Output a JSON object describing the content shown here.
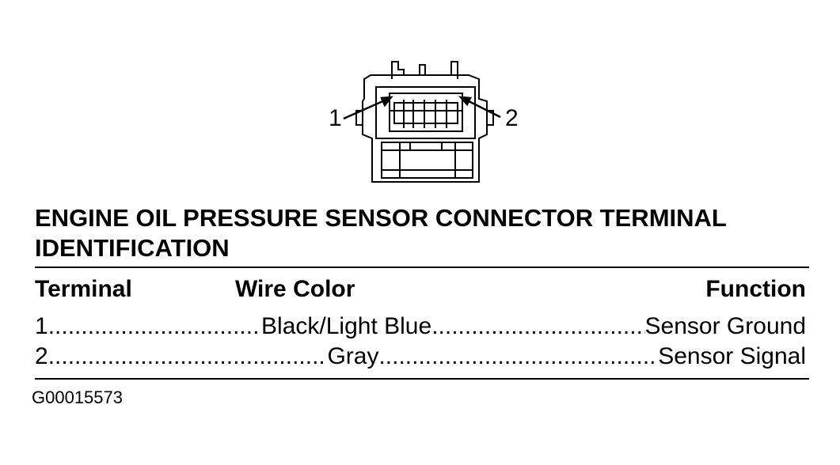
{
  "figure": {
    "callout_left": "1",
    "callout_right": "2"
  },
  "title": {
    "line1": "ENGINE OIL PRESSURE SENSOR CONNECTOR TERMINAL",
    "line2": "IDENTIFICATION"
  },
  "table": {
    "headers": {
      "terminal": "Terminal",
      "wire_color": "Wire Color",
      "function": "Function"
    },
    "rows": [
      {
        "terminal": "1",
        "wire_color": "Black/Light Blue",
        "function": "Sensor Ground"
      },
      {
        "terminal": "2",
        "wire_color": "Gray",
        "function": "Sensor Signal"
      }
    ]
  },
  "figure_code": "G00015573"
}
